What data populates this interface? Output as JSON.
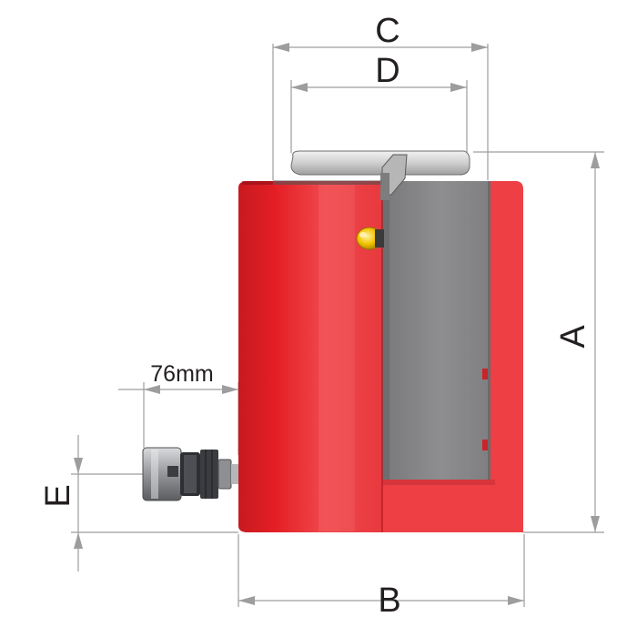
{
  "labels": {
    "A": "A",
    "B": "B",
    "C": "C",
    "D": "D",
    "E": "E",
    "coupler_offset": "76mm"
  },
  "colors": {
    "body_red": "#e31e24",
    "body_red_light": "#f04a4f",
    "section_red": "#ee3f44",
    "interior_gray": "#8a8a8c",
    "saddle_gray": "#d4d4d4",
    "coupler_gray": "#9a9ca0",
    "valve_yellow": "#f2c300",
    "dimension_line": "#9d9d9d",
    "text": "#231f20"
  },
  "icons": {
    "coupler": "hydraulic-coupler-icon",
    "valve": "safety-valve-icon",
    "saddle": "saddle-icon"
  }
}
